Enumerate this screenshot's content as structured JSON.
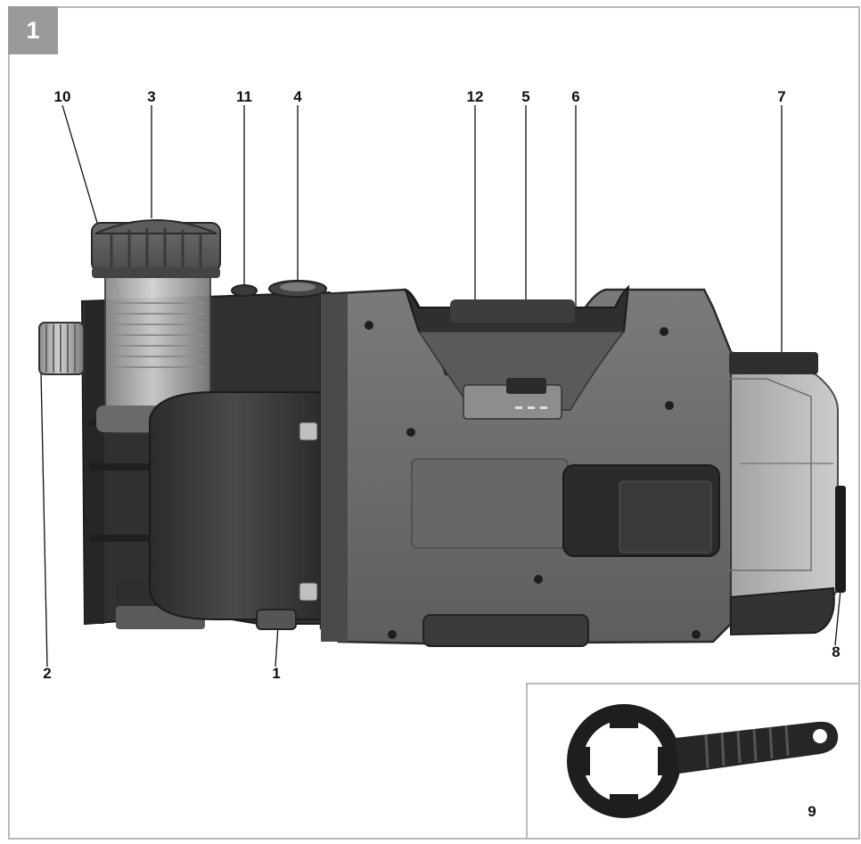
{
  "figure": {
    "number": "1"
  },
  "callouts": {
    "c1": "1",
    "c2": "2",
    "c3": "3",
    "c4": "4",
    "c5": "5",
    "c6": "6",
    "c7": "7",
    "c8": "8",
    "c9": "9",
    "c10": "10",
    "c11": "11",
    "c12": "12"
  },
  "icons": {
    "pump": "garden-pump-illustration",
    "wrench": "filter-wrench-illustration"
  },
  "colors": {
    "frame": "#b9b9b9",
    "badge": "#9a9a9a",
    "housing": "#6d6d6d",
    "housing_dark": "#3a3a3a",
    "frame_plastic": "#2e2e2e",
    "transparent": "#b4b4b4"
  }
}
